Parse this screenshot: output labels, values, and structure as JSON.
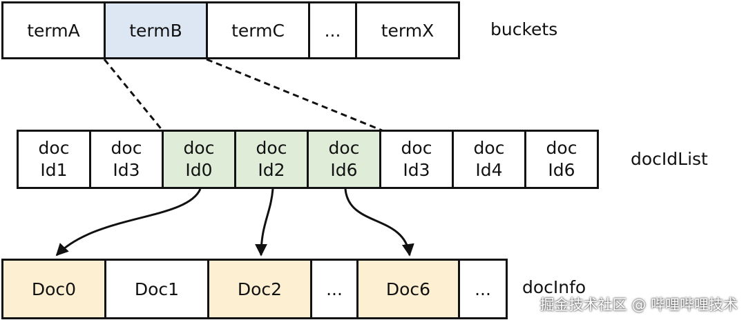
{
  "buckets": {
    "label": "buckets",
    "cells": [
      {
        "text": "termA",
        "highlight": false
      },
      {
        "text": "termB",
        "highlight": true
      },
      {
        "text": "termC",
        "highlight": false
      },
      {
        "text": "...",
        "highlight": false
      },
      {
        "text": "termX",
        "highlight": false
      }
    ]
  },
  "doc_id_list": {
    "label": "docIdList",
    "cells": [
      {
        "line1": "doc",
        "line2": "Id1",
        "highlight": false
      },
      {
        "line1": "doc",
        "line2": "Id3",
        "highlight": false
      },
      {
        "line1": "doc",
        "line2": "Id0",
        "highlight": true
      },
      {
        "line1": "doc",
        "line2": "Id2",
        "highlight": true
      },
      {
        "line1": "doc",
        "line2": "Id6",
        "highlight": true
      },
      {
        "line1": "doc",
        "line2": "Id3",
        "highlight": false
      },
      {
        "line1": "doc",
        "line2": "Id4",
        "highlight": false
      },
      {
        "line1": "doc",
        "line2": "Id6",
        "highlight": false
      }
    ]
  },
  "doc_info": {
    "label": "docInfo",
    "cells": [
      {
        "text": "Doc0",
        "highlight": true
      },
      {
        "text": "Doc1",
        "highlight": false
      },
      {
        "text": "Doc2",
        "highlight": true
      },
      {
        "text": "...",
        "highlight": false
      },
      {
        "text": "Doc6",
        "highlight": true
      },
      {
        "text": "...",
        "highlight": false
      }
    ]
  },
  "watermark": "掘金技术社区 @ 哔哩哔哩技术",
  "colors": {
    "bucket_highlight": "#dde7f3",
    "docid_highlight": "#dfecd8",
    "docinfo_highlight": "#fdf0d2",
    "stroke": "#111111"
  }
}
